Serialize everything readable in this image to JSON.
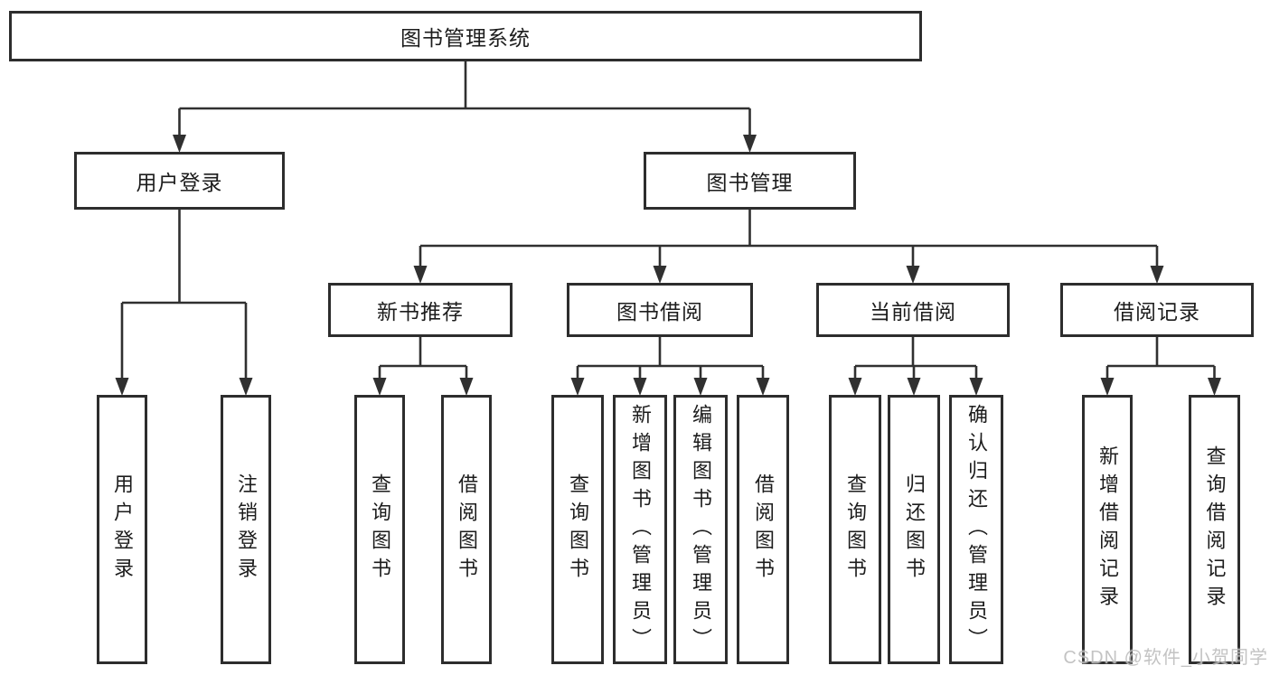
{
  "nodes": {
    "root": "图书管理系统",
    "user_login": "用户登录",
    "book_mgmt": "图书管理",
    "new_books": "新书推荐",
    "book_borrow": "图书借阅",
    "current_borrow": "当前借阅",
    "borrow_records": "借阅记录",
    "leaf_user_login": "用户登录",
    "leaf_logout": "注销登录",
    "leaf_nb_query": "查询图书",
    "leaf_nb_borrow": "借阅图书",
    "leaf_bb_query": "查询图书",
    "leaf_bb_add": "新增图书（管理员）",
    "leaf_bb_edit": "编辑图书（管理员）",
    "leaf_bb_borrow": "借阅图书",
    "leaf_cb_query": "查询图书",
    "leaf_cb_return": "归还图书",
    "leaf_cb_confirm": "确认归还（管理员）",
    "leaf_br_add": "新增借阅记录",
    "leaf_br_query": "查询借阅记录"
  },
  "hierarchy": [
    {
      "parent": "root",
      "children": [
        "user_login",
        "book_mgmt"
      ]
    },
    {
      "parent": "user_login",
      "children": [
        "leaf_user_login",
        "leaf_logout"
      ]
    },
    {
      "parent": "book_mgmt",
      "children": [
        "new_books",
        "book_borrow",
        "current_borrow",
        "borrow_records"
      ]
    },
    {
      "parent": "new_books",
      "children": [
        "leaf_nb_query",
        "leaf_nb_borrow"
      ]
    },
    {
      "parent": "book_borrow",
      "children": [
        "leaf_bb_query",
        "leaf_bb_add",
        "leaf_bb_edit",
        "leaf_bb_borrow"
      ]
    },
    {
      "parent": "current_borrow",
      "children": [
        "leaf_cb_query",
        "leaf_cb_return",
        "leaf_cb_confirm"
      ]
    },
    {
      "parent": "borrow_records",
      "children": [
        "leaf_br_add",
        "leaf_br_query"
      ]
    }
  ],
  "watermark": "CSDN @软件_小贺同学",
  "colors": {
    "line": "#303030",
    "border": "#2d2d2d",
    "fill": "#ffffff",
    "text": "#1c1c1c",
    "watermark": "#bdbdbd"
  }
}
